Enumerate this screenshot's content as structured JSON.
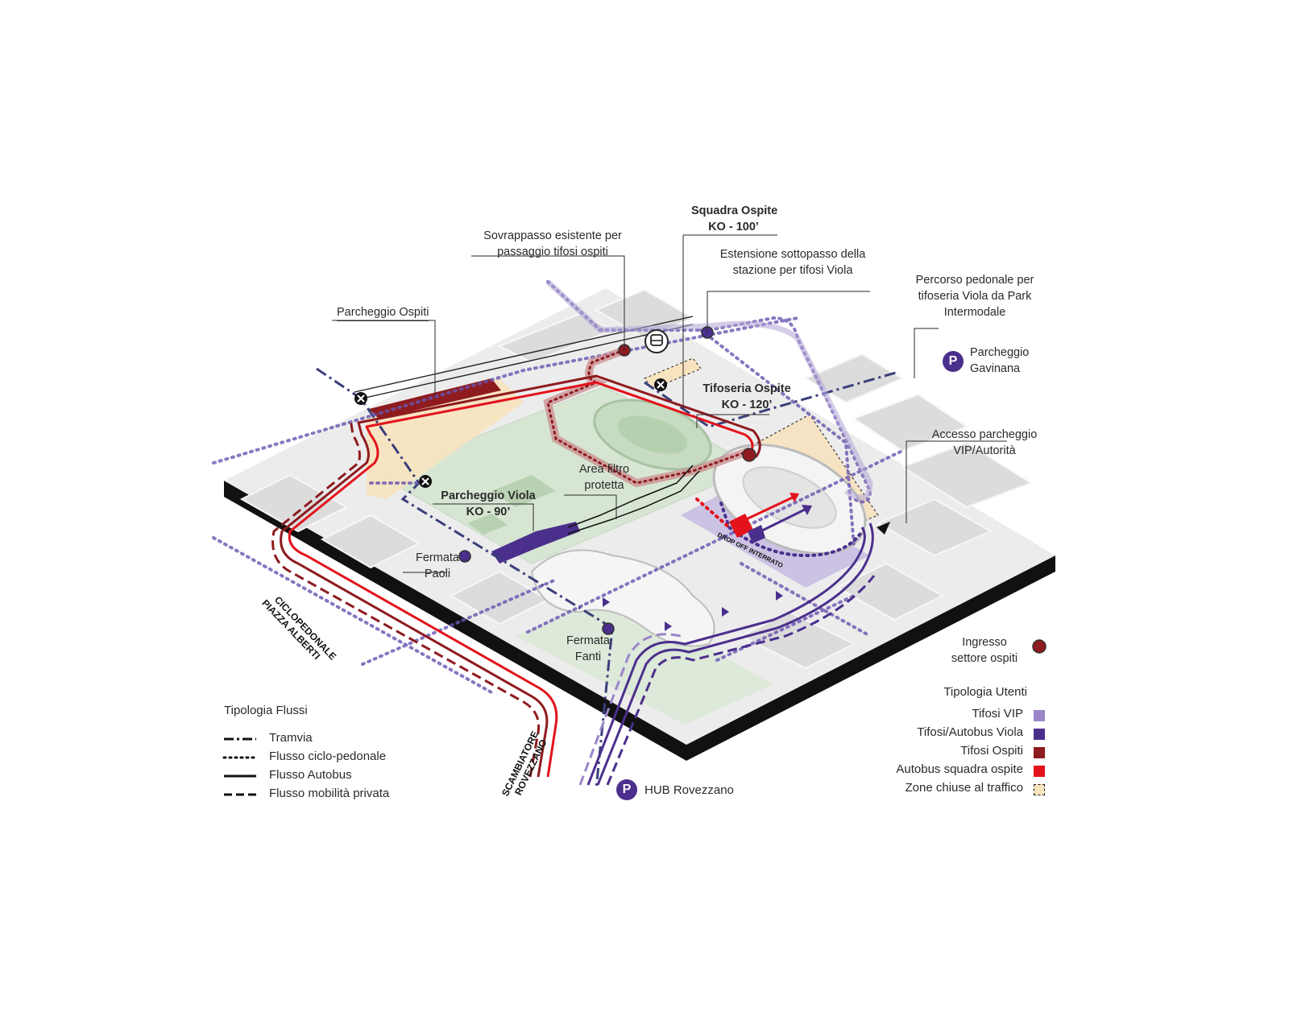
{
  "labels": {
    "parcheggio_ospiti": "Parcheggio Ospiti",
    "sovrappasso_1": "Sovrappasso esistente per",
    "sovrappasso_2": "passaggio tifosi ospiti",
    "squadra_ospite": "Squadra Ospite",
    "squadra_ko": "KO - 100’",
    "estensione_1": "Estensione sottopasso della",
    "estensione_2": "stazione per tifosi Viola",
    "percorso_1": "Percorso pedonale per",
    "percorso_2": "tifoseria Viola da Park",
    "percorso_3": "Intermodale",
    "gavinana_1": "Parcheggio",
    "gavinana_2": "Gavinana",
    "tifoseria_ospite": "Tifoseria Ospite",
    "tifoseria_ko": "KO - 120’",
    "accesso_1": "Accesso parcheggio",
    "accesso_2": "VIP/Autorità",
    "area_filtro_1": "Area filtro",
    "area_filtro_2": "protetta",
    "parcheggio_viola": "Parcheggio Viola",
    "viola_ko": "KO - 90’",
    "fermata_paoli_1": "Fermata",
    "fermata_paoli_2": "Paoli",
    "fermata_fanti_1": "Fermata",
    "fermata_fanti_2": "Fanti",
    "ciclopedonale_1": "CICLOPEDONALE",
    "ciclopedonale_2": "PIAZZA ALBERTI",
    "scambiatore_1": "SCAMBIATORE",
    "scambiatore_2": "ROVEZZANO",
    "hub": "HUB Rovezzano",
    "drop_off": "DROP OFF INTERRATO",
    "ingresso_1": "Ingresso",
    "ingresso_2": "settore ospiti",
    "p_symbol": "P"
  },
  "legend_flussi": {
    "title": "Tipologia Flussi",
    "items": [
      {
        "label": "Tramvia",
        "style": "dashdot"
      },
      {
        "label": "Flusso ciclo-pedonale",
        "style": "dotted"
      },
      {
        "label": "Flusso Autobus",
        "style": "solid"
      },
      {
        "label": "Flusso mobilità privata",
        "style": "dashed"
      }
    ]
  },
  "legend_utenti": {
    "title": "Tipologia Utenti",
    "items": [
      {
        "label": "Tifosi VIP",
        "color": "#9b86c9"
      },
      {
        "label": "Tifosi/Autobus Viola",
        "color": "#4b2f8c"
      },
      {
        "label": "Tifosi Ospiti",
        "color": "#8e1b1f"
      },
      {
        "label": "Autobus squadra ospite",
        "color": "#e3121b"
      },
      {
        "label": "Zone chiuse al traffico",
        "color": "#f8e3bf"
      }
    ]
  },
  "colors": {
    "viola_dark": "#4b2f8c",
    "viola_light": "#b3a6d6",
    "ospiti": "#8e1b1f",
    "bus_ospiti": "#e3121b",
    "green": "#d7e6d3",
    "closed_zone": "#f8e3bf"
  }
}
